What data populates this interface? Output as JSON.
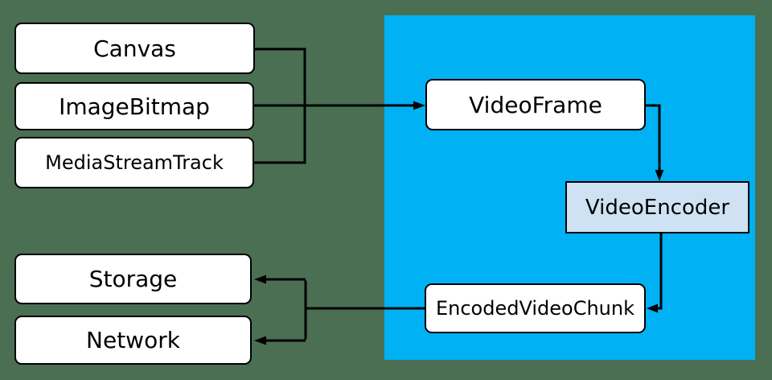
{
  "colors": {
    "background": "#4a6f53",
    "region": "#00b1f3",
    "encoder_fill": "#cfe2f3",
    "line": "#000000",
    "node_fill": "#ffffff"
  },
  "nodes": {
    "canvas": "Canvas",
    "image_bitmap": "ImageBitmap",
    "media_stream_track": "MediaStreamTrack",
    "video_frame": "VideoFrame",
    "video_encoder": "VideoEncoder",
    "encoded_video_chunk": "EncodedVideoChunk",
    "storage": "Storage",
    "network": "Network"
  }
}
